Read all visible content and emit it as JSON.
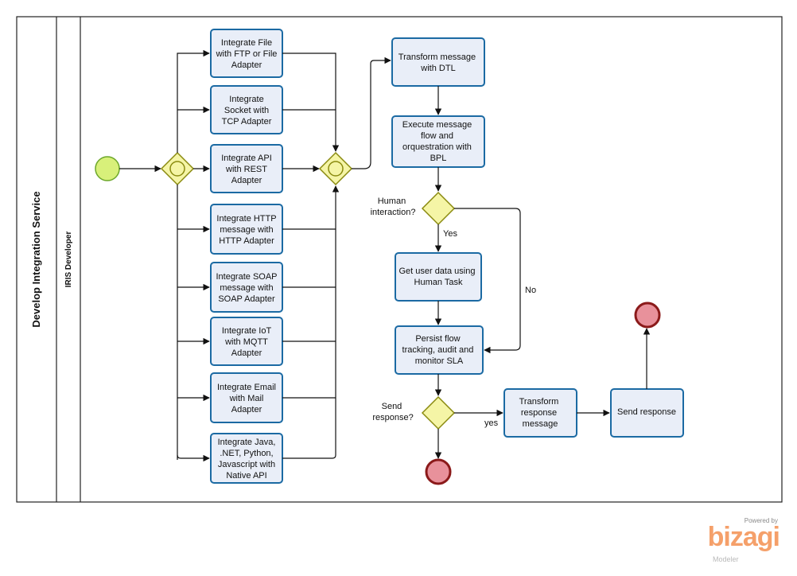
{
  "pool": {
    "title": "Develop Integration Service",
    "lane": "IRIS Developer"
  },
  "integration_tasks": [
    [
      "Integrate File",
      "with FTP or File",
      "Adapter"
    ],
    [
      "Integrate",
      "Socket with",
      "TCP Adapter"
    ],
    [
      "Integrate API",
      "with REST",
      "Adapter"
    ],
    [
      "Integrate  HTTP",
      "message with",
      "HTTP Adapter"
    ],
    [
      "Integrate SOAP",
      "message with",
      "SOAP Adapter"
    ],
    [
      "Integrate IoT",
      "with MQTT",
      "Adapter"
    ],
    [
      "Integrate Email",
      "with Mail",
      "Adapter"
    ],
    [
      "Integrate Java,",
      ".NET, Python,",
      "Javascript with",
      "Native API"
    ]
  ],
  "process_tasks": {
    "transform": [
      "Transform message",
      "with DTL"
    ],
    "execute": [
      "Execute message",
      "flow and",
      "orquestration  with",
      "BPL"
    ],
    "get_user": [
      "Get user data using",
      "Human Task"
    ],
    "persist": [
      "Persist flow",
      "tracking, audit and",
      "monitor SLA"
    ],
    "transform_response": [
      "Transform",
      "response",
      "message"
    ],
    "send_response": [
      "Send response"
    ]
  },
  "gateways": {
    "human": [
      "Human",
      "interaction?"
    ],
    "send": [
      "Send",
      "response?"
    ]
  },
  "flow_labels": {
    "yes_human": "Yes",
    "no_human": "No",
    "yes_send": "yes"
  },
  "branding": {
    "powered": "Powered by",
    "brand": "bizagi",
    "product": "Modeler"
  }
}
